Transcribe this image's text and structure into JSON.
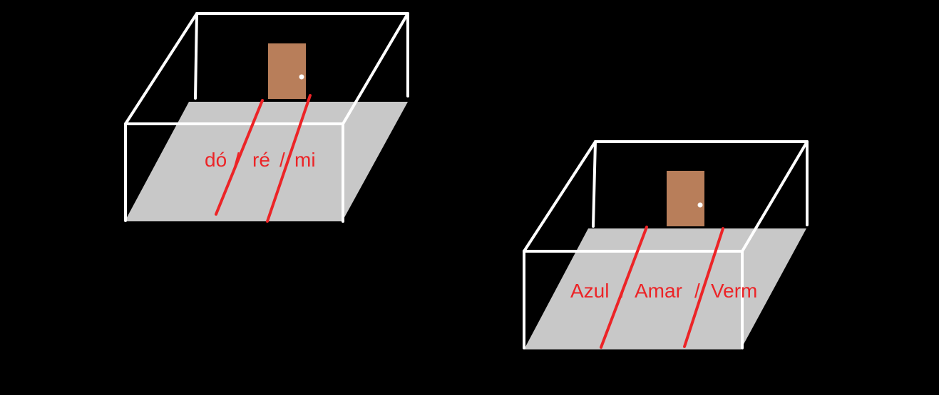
{
  "colors": {
    "background": "#000000",
    "floor": "#c8c8c8",
    "edges": "#ffffff",
    "dividers": "#ec2427",
    "door": "#b87e5a",
    "door_knob": "#ffffff",
    "labels": "#ec2427"
  },
  "rooms": [
    {
      "zones": [
        {
          "label": "dó"
        },
        {
          "label": "/"
        },
        {
          "label": "ré"
        },
        {
          "label": "/"
        },
        {
          "label": "mi"
        }
      ]
    },
    {
      "zones": [
        {
          "label": "Azul"
        },
        {
          "label": "/"
        },
        {
          "label": "Amar"
        },
        {
          "label": "/"
        },
        {
          "label": "Verm"
        }
      ]
    }
  ]
}
